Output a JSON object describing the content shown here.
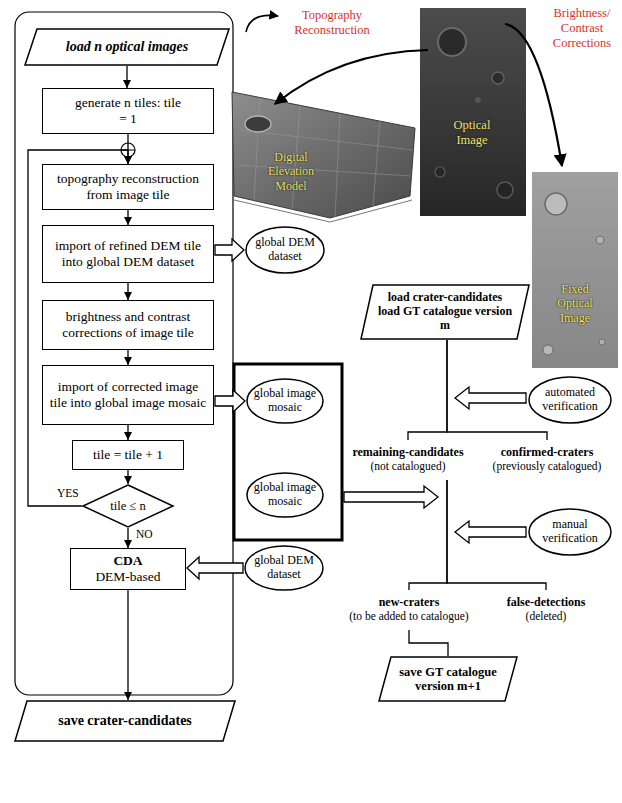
{
  "diagram": {
    "nodes": [
      {
        "text": [
          "load n optical images"
        ]
      },
      {
        "text": [
          "generate n tiles: tile = 1"
        ]
      },
      {
        "text": [
          "topography reconstruction from image tile"
        ]
      },
      {
        "text": [
          "import of refined DEM tile into global DEM dataset"
        ]
      },
      {
        "text": [
          "global DEM dataset"
        ]
      },
      {
        "text": [
          "brightness and contrast corrections of image tile"
        ]
      },
      {
        "text": [
          "import of corrected image tile into global image mosaic"
        ]
      },
      {
        "text": [
          "global image mosaic"
        ]
      },
      {
        "text": [
          "tile = tile + 1"
        ]
      },
      {
        "text": [
          "tile ≤ n"
        ]
      },
      {
        "text": [
          "global image mosaic"
        ]
      },
      {
        "text": [
          "CDA",
          "DEM-based"
        ]
      },
      {
        "text": [
          "global DEM dataset"
        ]
      },
      {
        "text": [
          "save crater-candidates"
        ]
      },
      {
        "text": [
          "load crater-candidates",
          "load GT catalogue version m"
        ]
      },
      {
        "text": [
          "automated verification"
        ]
      },
      {
        "text": [
          "remaining-candidates",
          "(not catalogued)"
        ]
      },
      {
        "text": [
          "confirmed-craters",
          "(previously catalogued)"
        ]
      },
      {
        "text": [
          "manual verification"
        ]
      },
      {
        "text": [
          "new-craters",
          "(to be added to catalogue)"
        ]
      },
      {
        "text": [
          "false-detections",
          "(deleted)"
        ]
      },
      {
        "text": [
          "save GT catalogue version m+1"
        ]
      }
    ],
    "edges": [
      {
        "from": 0,
        "to": 1,
        "arrow": "to"
      },
      {
        "from": 1,
        "to": 2,
        "arrow": "to"
      },
      {
        "from": 2,
        "to": 3,
        "arrow": "to"
      },
      {
        "from": 3,
        "to": 4,
        "arrow": "to"
      },
      {
        "from": 3,
        "to": 5,
        "arrow": "to"
      },
      {
        "from": 5,
        "to": 6,
        "arrow": "to"
      },
      {
        "from": 6,
        "to": 7,
        "arrow": "to"
      },
      {
        "from": 6,
        "to": 8,
        "arrow": "to"
      },
      {
        "from": 8,
        "to": 9,
        "arrow": "to"
      },
      {
        "from": 9,
        "to": 2,
        "label": "YES",
        "arrow": "to"
      },
      {
        "from": 9,
        "to": 11,
        "label": "NO",
        "arrow": "to"
      },
      {
        "from": 12,
        "to": 11,
        "arrow": "to"
      },
      {
        "from": 11,
        "to": 13,
        "arrow": "to"
      },
      {
        "from": 14,
        "to": 16,
        "arrow": "none"
      },
      {
        "from": 14,
        "to": 17,
        "arrow": "none"
      },
      {
        "from": 16,
        "to": 19,
        "arrow": "none"
      },
      {
        "from": 16,
        "to": 20,
        "arrow": "none"
      },
      {
        "from": 19,
        "to": 21,
        "arrow": "none"
      }
    ],
    "labels": [
      "Topography Reconstruction",
      "Brightness/ Contrast Corrections",
      "Optical Image",
      "Digital Elevation Model",
      "Fixed Optical Image"
    ]
  }
}
